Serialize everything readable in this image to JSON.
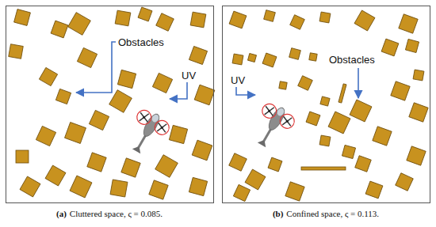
{
  "diagram": {
    "nodes": [
      {
        "text": [
          "Obstacles",
          "UV"
        ]
      },
      {
        "text": [
          "Obstacles",
          "UV"
        ]
      }
    ],
    "labels": [
      "(a)",
      "Cluttered space, ς = 0.085.",
      "(b)",
      "Confined space, ς = 0.113."
    ]
  }
}
